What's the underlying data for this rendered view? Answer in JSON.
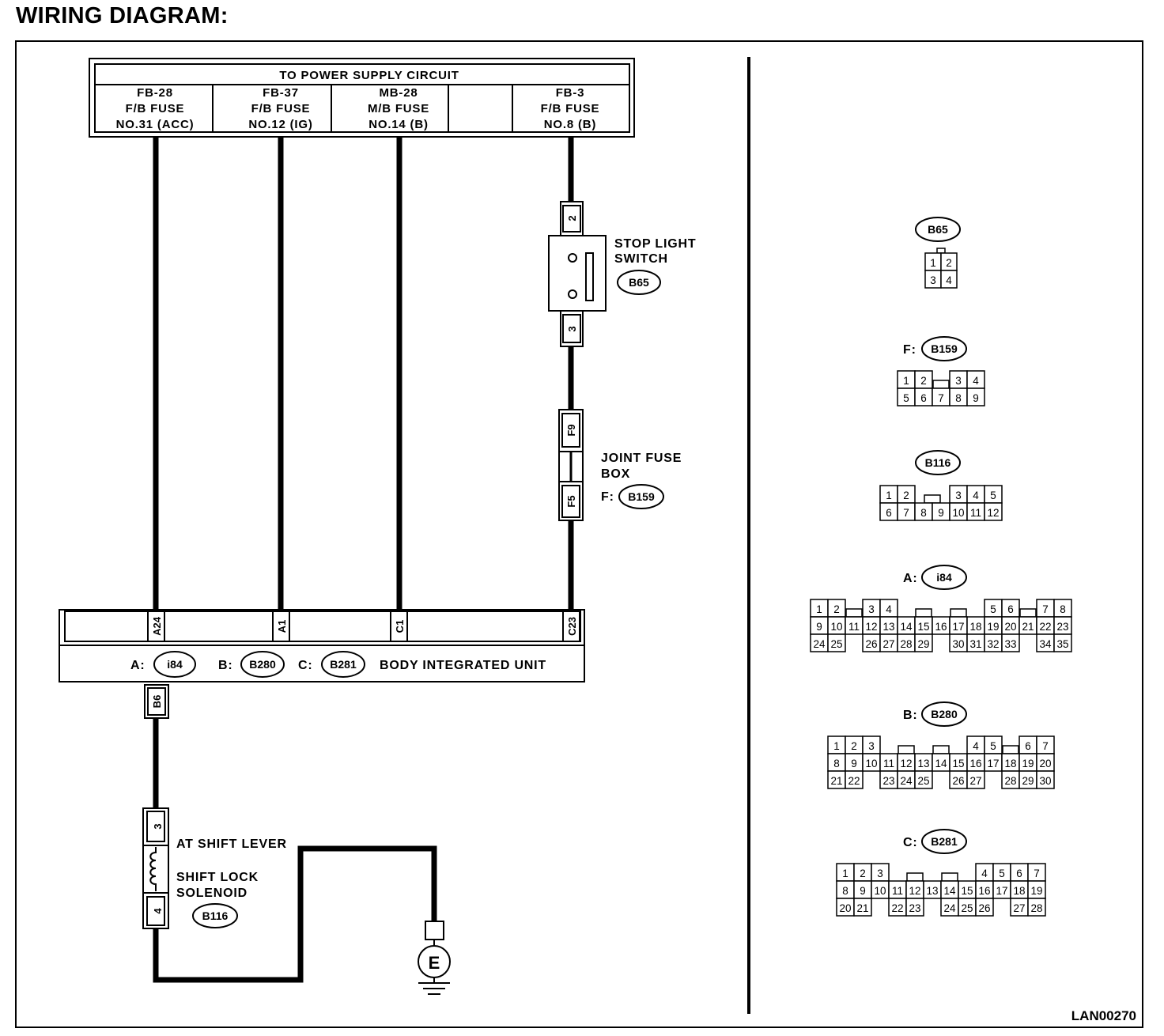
{
  "title": "WIRING DIAGRAM:",
  "diagram_id": "LAN00270",
  "power_supply": {
    "header": "TO POWER SUPPLY CIRCUIT",
    "fuses": [
      {
        "l1": "FB-28",
        "l2": "F/B FUSE",
        "l3": "NO.31 (ACC)"
      },
      {
        "l1": "FB-37",
        "l2": "F/B FUSE",
        "l3": "NO.12 (IG)"
      },
      {
        "l1": "MB-28",
        "l2": "M/B FUSE",
        "l3": "NO.14 (B)"
      },
      {
        "l1": "FB-3",
        "l2": "F/B FUSE",
        "l3": "NO.8 (B)"
      }
    ]
  },
  "stop_light_switch": {
    "line1": "STOP LIGHT",
    "line2": "SWITCH",
    "connector": "B65",
    "pin_top": "2",
    "pin_bottom": "3"
  },
  "joint_fuse_box": {
    "line1": "JOINT FUSE",
    "line2": "BOX",
    "prefix": "F:",
    "connector": "B159",
    "pin_top": "F9",
    "pin_bottom": "F5"
  },
  "body_integrated_unit": {
    "name": "BODY INTEGRATED UNIT",
    "pins": [
      "A24",
      "A1",
      "C1",
      "C23"
    ],
    "out_pin": "B6",
    "connectors": [
      {
        "prefix": "A:",
        "id": "i84"
      },
      {
        "prefix": "B:",
        "id": "B280"
      },
      {
        "prefix": "C:",
        "id": "B281"
      }
    ]
  },
  "shift_lever": {
    "line1": "AT SHIFT LEVER",
    "line2": "SHIFT LOCK",
    "line3": "SOLENOID",
    "connector": "B116",
    "pin_top": "3",
    "pin_bottom": "4"
  },
  "ground": {
    "label": "E"
  },
  "connector_views": [
    {
      "prefix": "",
      "id": "B65",
      "rows": [
        [
          "1",
          "2"
        ],
        [
          "3",
          "4"
        ]
      ]
    },
    {
      "prefix": "F:",
      "id": "B159",
      "rows": [
        [
          "1",
          "2",
          "",
          "3",
          "4"
        ],
        [
          "5",
          "6",
          "7",
          "8",
          "9"
        ]
      ]
    },
    {
      "prefix": "",
      "id": "B116",
      "rows": [
        [
          "1",
          "2",
          "",
          "",
          "3",
          "4",
          "5"
        ],
        [
          "6",
          "7",
          "8",
          "9",
          "10",
          "11",
          "12"
        ]
      ]
    },
    {
      "prefix": "A:",
      "id": "i84",
      "rows": [
        [
          "1",
          "2",
          "",
          "3",
          "4",
          "",
          "",
          "",
          "",
          "",
          "5",
          "6",
          "",
          "7",
          "8"
        ],
        [
          "9",
          "10",
          "11",
          "12",
          "13",
          "14",
          "15",
          "16",
          "17",
          "18",
          "19",
          "20",
          "21",
          "22",
          "23"
        ],
        [
          "24",
          "25",
          "",
          "26",
          "27",
          "28",
          "29",
          "",
          "30",
          "31",
          "32",
          "33",
          "",
          "34",
          "35"
        ]
      ]
    },
    {
      "prefix": "B:",
      "id": "B280",
      "rows": [
        [
          "1",
          "2",
          "3",
          "",
          "",
          "",
          "",
          "",
          "4",
          "5",
          "",
          "6",
          "7"
        ],
        [
          "8",
          "9",
          "10",
          "11",
          "12",
          "13",
          "14",
          "15",
          "16",
          "17",
          "18",
          "19",
          "20"
        ],
        [
          "21",
          "22",
          "",
          "23",
          "24",
          "25",
          "",
          "26",
          "27",
          "",
          "28",
          "29",
          "30"
        ]
      ]
    },
    {
      "prefix": "C:",
      "id": "B281",
      "rows": [
        [
          "1",
          "2",
          "3",
          "",
          "",
          "",
          "",
          "",
          "4",
          "5",
          "6",
          "7"
        ],
        [
          "8",
          "9",
          "10",
          "11",
          "12",
          "13",
          "14",
          "15",
          "16",
          "17",
          "18",
          "19"
        ],
        [
          "20",
          "21",
          "",
          "22",
          "23",
          "",
          "24",
          "25",
          "26",
          "",
          "27",
          "28"
        ]
      ]
    }
  ]
}
